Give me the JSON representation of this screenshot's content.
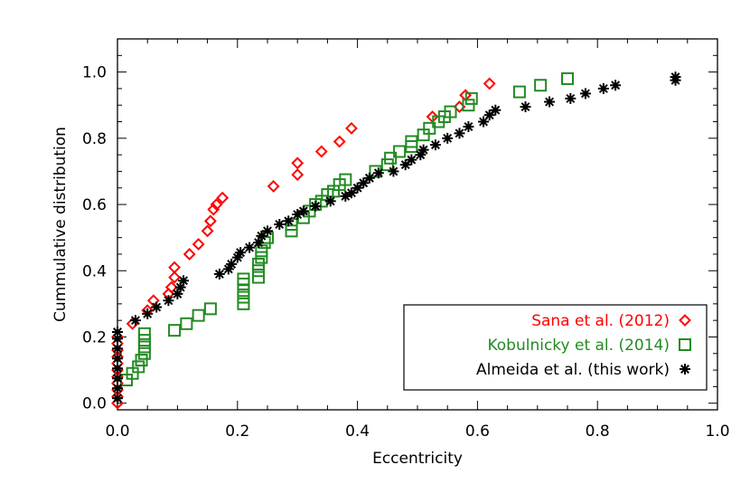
{
  "chart_data": {
    "type": "scatter",
    "xlabel": "Eccentricity",
    "ylabel": "Cummulative distribution",
    "xlim": [
      0.0,
      1.0
    ],
    "ylim": [
      -0.02,
      1.1
    ],
    "x_ticks": [
      "0.0",
      "0.2",
      "0.4",
      "0.6",
      "0.8",
      "1.0"
    ],
    "y_ticks": [
      "0.0",
      "0.2",
      "0.4",
      "0.6",
      "0.8",
      "1.0"
    ],
    "grid": false,
    "legend_position": "bottom-right",
    "series": [
      {
        "name": "Sana et al. (2012)",
        "marker": "diamond",
        "color": "#ff0000",
        "points": [
          [
            0.0,
            0.0
          ],
          [
            0.0,
            0.02
          ],
          [
            0.0,
            0.04
          ],
          [
            0.0,
            0.06
          ],
          [
            0.0,
            0.08
          ],
          [
            0.0,
            0.1
          ],
          [
            0.0,
            0.12
          ],
          [
            0.0,
            0.14
          ],
          [
            0.0,
            0.16
          ],
          [
            0.0,
            0.18
          ],
          [
            0.0,
            0.2
          ],
          [
            0.025,
            0.24
          ],
          [
            0.05,
            0.28
          ],
          [
            0.06,
            0.31
          ],
          [
            0.085,
            0.33
          ],
          [
            0.09,
            0.35
          ],
          [
            0.095,
            0.38
          ],
          [
            0.095,
            0.41
          ],
          [
            0.12,
            0.45
          ],
          [
            0.135,
            0.48
          ],
          [
            0.15,
            0.52
          ],
          [
            0.155,
            0.55
          ],
          [
            0.16,
            0.585
          ],
          [
            0.165,
            0.6
          ],
          [
            0.175,
            0.62
          ],
          [
            0.26,
            0.655
          ],
          [
            0.3,
            0.69
          ],
          [
            0.3,
            0.725
          ],
          [
            0.34,
            0.76
          ],
          [
            0.37,
            0.79
          ],
          [
            0.39,
            0.83
          ],
          [
            0.525,
            0.865
          ],
          [
            0.57,
            0.895
          ],
          [
            0.58,
            0.93
          ],
          [
            0.62,
            0.965
          ]
        ]
      },
      {
        "name": "Kobulnicky et al. (2014)",
        "marker": "square",
        "color": "#228b22",
        "points": [
          [
            0.015,
            0.07
          ],
          [
            0.025,
            0.09
          ],
          [
            0.035,
            0.11
          ],
          [
            0.04,
            0.13
          ],
          [
            0.045,
            0.15
          ],
          [
            0.045,
            0.17
          ],
          [
            0.045,
            0.19
          ],
          [
            0.045,
            0.21
          ],
          [
            0.095,
            0.22
          ],
          [
            0.115,
            0.24
          ],
          [
            0.135,
            0.265
          ],
          [
            0.155,
            0.285
          ],
          [
            0.21,
            0.3
          ],
          [
            0.21,
            0.32
          ],
          [
            0.21,
            0.34
          ],
          [
            0.21,
            0.36
          ],
          [
            0.21,
            0.375
          ],
          [
            0.235,
            0.38
          ],
          [
            0.235,
            0.4
          ],
          [
            0.235,
            0.42
          ],
          [
            0.24,
            0.44
          ],
          [
            0.24,
            0.46
          ],
          [
            0.245,
            0.485
          ],
          [
            0.25,
            0.5
          ],
          [
            0.29,
            0.52
          ],
          [
            0.29,
            0.54
          ],
          [
            0.31,
            0.56
          ],
          [
            0.32,
            0.58
          ],
          [
            0.33,
            0.6
          ],
          [
            0.34,
            0.61
          ],
          [
            0.35,
            0.63
          ],
          [
            0.36,
            0.64
          ],
          [
            0.37,
            0.66
          ],
          [
            0.38,
            0.675
          ],
          [
            0.43,
            0.7
          ],
          [
            0.45,
            0.72
          ],
          [
            0.455,
            0.74
          ],
          [
            0.47,
            0.76
          ],
          [
            0.49,
            0.775
          ],
          [
            0.49,
            0.79
          ],
          [
            0.51,
            0.81
          ],
          [
            0.52,
            0.83
          ],
          [
            0.535,
            0.85
          ],
          [
            0.545,
            0.865
          ],
          [
            0.555,
            0.88
          ],
          [
            0.585,
            0.9
          ],
          [
            0.59,
            0.92
          ],
          [
            0.67,
            0.94
          ],
          [
            0.705,
            0.96
          ],
          [
            0.75,
            0.98
          ]
        ]
      },
      {
        "name": "Almeida et al. (this work)",
        "marker": "asterisk",
        "color": "#000000",
        "points": [
          [
            0.0,
            0.015
          ],
          [
            0.0,
            0.045
          ],
          [
            0.0,
            0.075
          ],
          [
            0.0,
            0.105
          ],
          [
            0.0,
            0.135
          ],
          [
            0.0,
            0.165
          ],
          [
            0.0,
            0.195
          ],
          [
            0.0,
            0.215
          ],
          [
            0.03,
            0.25
          ],
          [
            0.05,
            0.27
          ],
          [
            0.065,
            0.29
          ],
          [
            0.085,
            0.31
          ],
          [
            0.1,
            0.33
          ],
          [
            0.105,
            0.35
          ],
          [
            0.11,
            0.37
          ],
          [
            0.17,
            0.39
          ],
          [
            0.185,
            0.405
          ],
          [
            0.19,
            0.42
          ],
          [
            0.2,
            0.44
          ],
          [
            0.205,
            0.455
          ],
          [
            0.22,
            0.47
          ],
          [
            0.235,
            0.485
          ],
          [
            0.24,
            0.505
          ],
          [
            0.25,
            0.52
          ],
          [
            0.27,
            0.54
          ],
          [
            0.285,
            0.55
          ],
          [
            0.3,
            0.57
          ],
          [
            0.31,
            0.58
          ],
          [
            0.33,
            0.595
          ],
          [
            0.355,
            0.61
          ],
          [
            0.38,
            0.625
          ],
          [
            0.39,
            0.635
          ],
          [
            0.4,
            0.65
          ],
          [
            0.41,
            0.665
          ],
          [
            0.42,
            0.68
          ],
          [
            0.435,
            0.695
          ],
          [
            0.46,
            0.7
          ],
          [
            0.48,
            0.72
          ],
          [
            0.49,
            0.735
          ],
          [
            0.505,
            0.75
          ],
          [
            0.51,
            0.765
          ],
          [
            0.53,
            0.78
          ],
          [
            0.55,
            0.8
          ],
          [
            0.57,
            0.815
          ],
          [
            0.585,
            0.835
          ],
          [
            0.61,
            0.85
          ],
          [
            0.62,
            0.87
          ],
          [
            0.63,
            0.885
          ],
          [
            0.68,
            0.895
          ],
          [
            0.72,
            0.91
          ],
          [
            0.755,
            0.92
          ],
          [
            0.78,
            0.935
          ],
          [
            0.81,
            0.95
          ],
          [
            0.83,
            0.96
          ],
          [
            0.93,
            0.975
          ],
          [
            0.93,
            0.985
          ]
        ]
      }
    ]
  }
}
